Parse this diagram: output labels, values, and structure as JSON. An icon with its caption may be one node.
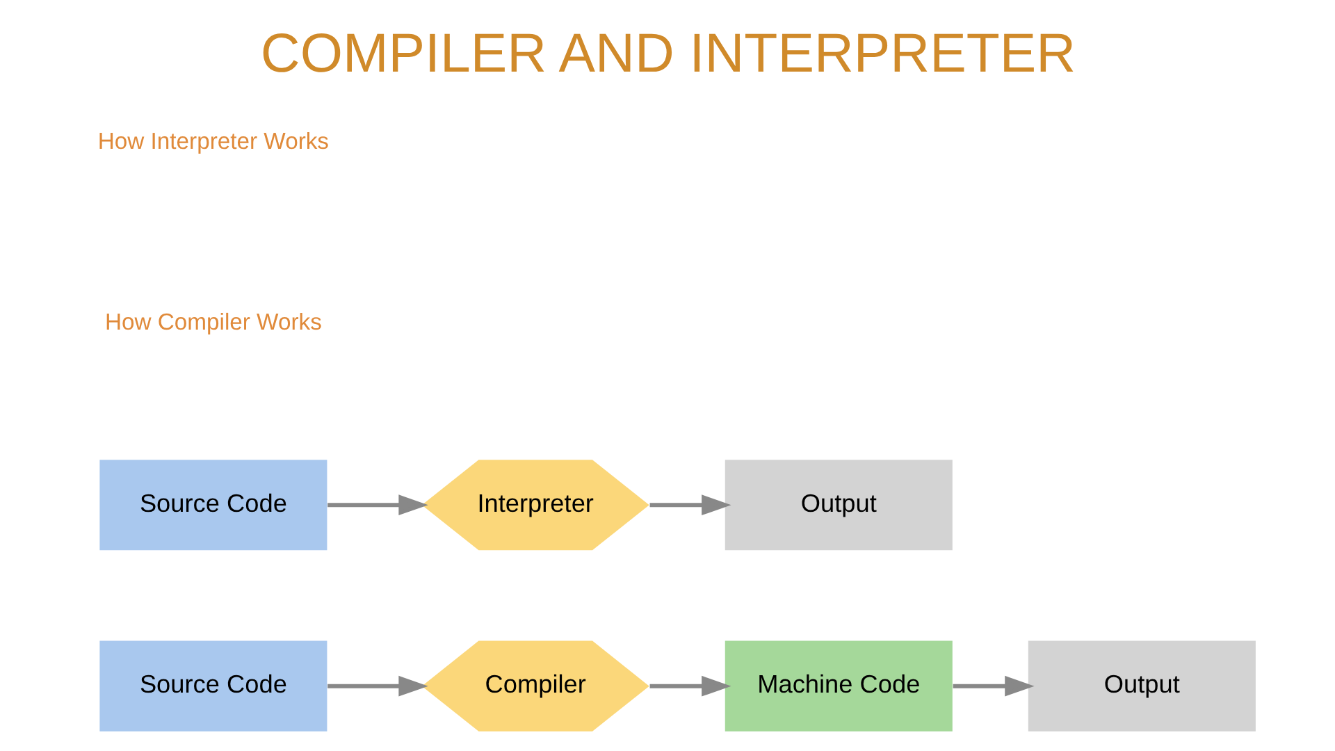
{
  "diagram": {
    "title": "COMPILER AND INTERPRETER",
    "nodes": [
      {
        "text": [
          "Source Code"
        ]
      },
      {
        "text": [
          "Compiler"
        ]
      },
      {
        "text": [
          "Machine Code"
        ]
      },
      {
        "text": [
          "Output"
        ]
      },
      {
        "text": [
          "Source Code"
        ]
      },
      {
        "text": [
          "Interpreter"
        ]
      },
      {
        "text": [
          "Output"
        ]
      }
    ],
    "edges": [
      {
        "from": 0,
        "to": 1,
        "arrow": "to"
      },
      {
        "from": 1,
        "to": 2,
        "arrow": "to"
      },
      {
        "from": 2,
        "to": 3,
        "arrow": "to"
      },
      {
        "from": 4,
        "to": 5,
        "arrow": "to"
      },
      {
        "from": 5,
        "to": 6,
        "arrow": "to"
      }
    ],
    "labels": [
      "How Compiler Works",
      "How Interpreter Works"
    ]
  }
}
